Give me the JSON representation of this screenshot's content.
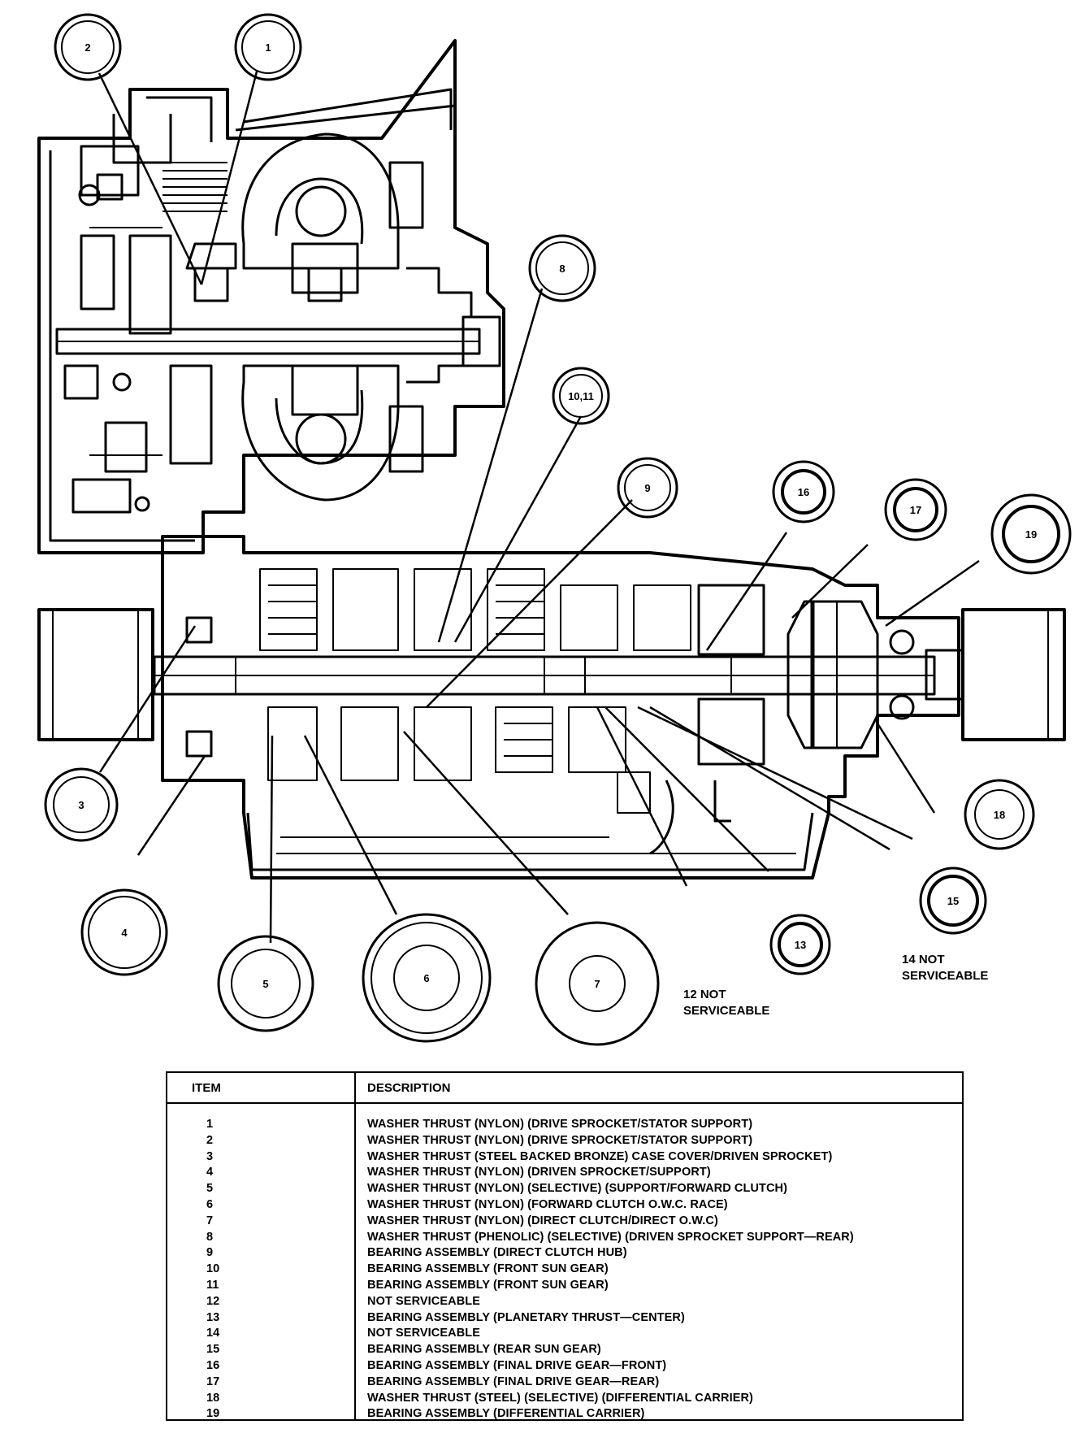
{
  "callouts": [
    {
      "id": "1",
      "label": "1"
    },
    {
      "id": "2",
      "label": "2"
    },
    {
      "id": "3",
      "label": "3"
    },
    {
      "id": "4",
      "label": "4"
    },
    {
      "id": "5",
      "label": "5"
    },
    {
      "id": "6",
      "label": "6"
    },
    {
      "id": "7",
      "label": "7"
    },
    {
      "id": "8",
      "label": "8"
    },
    {
      "id": "9",
      "label": "9"
    },
    {
      "id": "10-11",
      "label": "10,11"
    },
    {
      "id": "13",
      "label": "13"
    },
    {
      "id": "15",
      "label": "15"
    },
    {
      "id": "16",
      "label": "16"
    },
    {
      "id": "17",
      "label": "17"
    },
    {
      "id": "18",
      "label": "18"
    },
    {
      "id": "19",
      "label": "19"
    }
  ],
  "notes": {
    "note12_line1": "12 NOT",
    "note12_line2": "SERVICEABLE",
    "note14_line1": "14 NOT",
    "note14_line2": "SERVICEABLE"
  },
  "legend": {
    "header_item": "ITEM",
    "header_description": "DESCRIPTION",
    "rows": [
      {
        "item": "1",
        "description": "WASHER THRUST (NYLON) (DRIVE SPROCKET/STATOR SUPPORT)"
      },
      {
        "item": "2",
        "description": "WASHER THRUST (NYLON) (DRIVE SPROCKET/STATOR SUPPORT)"
      },
      {
        "item": "3",
        "description": "WASHER THRUST (STEEL BACKED BRONZE) CASE COVER/DRIVEN SPROCKET)"
      },
      {
        "item": "4",
        "description": "WASHER THRUST (NYLON) (DRIVEN SPROCKET/SUPPORT)"
      },
      {
        "item": "5",
        "description": "WASHER THRUST (NYLON) (SELECTIVE) (SUPPORT/FORWARD CLUTCH)"
      },
      {
        "item": "6",
        "description": "WASHER THRUST (NYLON) (FORWARD CLUTCH O.W.C. RACE)"
      },
      {
        "item": "7",
        "description": "WASHER THRUST (NYLON) (DIRECT CLUTCH/DIRECT O.W.C)"
      },
      {
        "item": "8",
        "description": "WASHER THRUST (PHENOLIC) (SELECTIVE) (DRIVEN SPROCKET SUPPORT—REAR)"
      },
      {
        "item": "9",
        "description": "BEARING ASSEMBLY (DIRECT CLUTCH HUB)"
      },
      {
        "item": "10",
        "description": "BEARING ASSEMBLY (FRONT SUN GEAR)"
      },
      {
        "item": "11",
        "description": "BEARING ASSEMBLY (FRONT SUN GEAR)"
      },
      {
        "item": "12",
        "description": "NOT SERVICEABLE"
      },
      {
        "item": "13",
        "description": "BEARING ASSEMBLY (PLANETARY THRUST—CENTER)"
      },
      {
        "item": "14",
        "description": "NOT SERVICEABLE"
      },
      {
        "item": "15",
        "description": "BEARING ASSEMBLY (REAR SUN GEAR)"
      },
      {
        "item": "16",
        "description": "BEARING ASSEMBLY (FINAL DRIVE GEAR—FRONT)"
      },
      {
        "item": "17",
        "description": "BEARING ASSEMBLY (FINAL DRIVE GEAR—REAR)"
      },
      {
        "item": "18",
        "description": "WASHER THRUST (STEEL) (SELECTIVE) (DIFFERENTIAL CARRIER)"
      },
      {
        "item": "19",
        "description": "BEARING ASSEMBLY (DIFFERENTIAL CARRIER)"
      }
    ]
  }
}
